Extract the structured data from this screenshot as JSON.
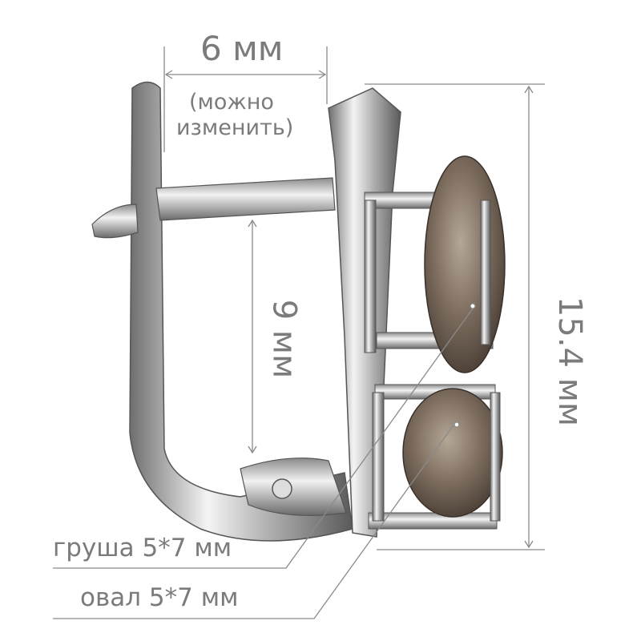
{
  "dimensions": {
    "width_label": "6 мм",
    "width_note_line1": "(можно",
    "width_note_line2": "изменить)",
    "inner_height_label": "9 мм",
    "total_height_label": "15.4 мм"
  },
  "stones": {
    "pear_label": "груша 5*7 мм",
    "oval_label": "овал 5*7 мм"
  },
  "colors": {
    "annotation": "#7a7a7a",
    "metal": "#c8c8c8",
    "stone": "#7a6a5c"
  }
}
